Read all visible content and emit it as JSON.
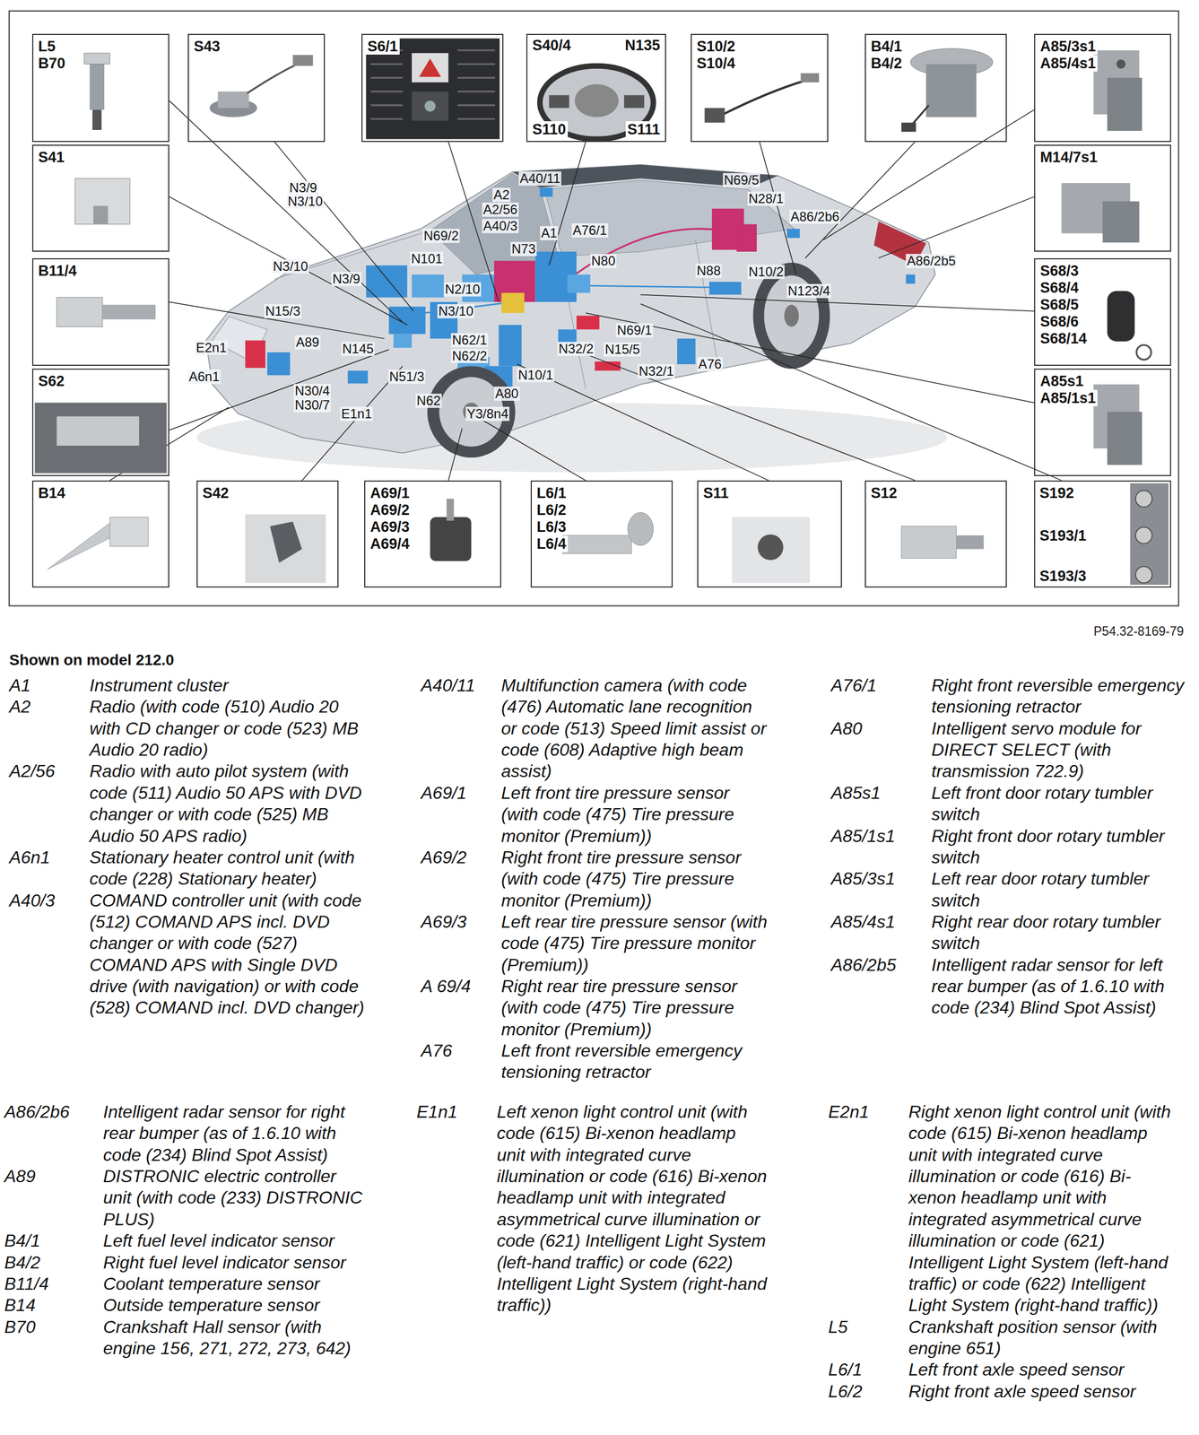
{
  "diagram": {
    "title": "Shown on model 212.0",
    "nodes": [
      {
        "text": [
          "L5",
          "B70"
        ]
      },
      {
        "text": [
          "S43"
        ]
      },
      {
        "text": [
          "S6/1"
        ]
      },
      {
        "text": [
          "S40/4",
          "N135",
          "S110",
          "S111"
        ]
      },
      {
        "text": [
          "S10/2",
          "S10/4"
        ]
      },
      {
        "text": [
          "B4/1",
          "B4/2"
        ]
      },
      {
        "text": [
          "A85/3s1",
          "A85/4s1"
        ]
      },
      {
        "text": [
          "S41"
        ]
      },
      {
        "text": [
          "M14/7s1"
        ]
      },
      {
        "text": [
          "B11/4"
        ]
      },
      {
        "text": [
          "S68/3",
          "S68/4",
          "S68/5",
          "S68/6",
          "S68/14"
        ]
      },
      {
        "text": [
          "S62"
        ]
      },
      {
        "text": [
          "A85s1",
          "A85/1s1"
        ]
      },
      {
        "text": [
          "B14"
        ]
      },
      {
        "text": [
          "S42"
        ]
      },
      {
        "text": [
          "A69/1",
          "A69/2",
          "A69/3",
          "A69/4"
        ]
      },
      {
        "text": [
          "L6/1",
          "L6/2",
          "L6/3",
          "L6/4"
        ]
      },
      {
        "text": [
          "S11"
        ]
      },
      {
        "text": [
          "S12"
        ]
      },
      {
        "text": [
          "S192",
          "S193/1",
          "S193/3"
        ]
      }
    ],
    "labels": [
      "N3/9",
      "N3/10",
      "A40/11",
      "A2",
      "A2/56",
      "A40/3",
      "N69/2",
      "N73",
      "A1",
      "A76/1",
      "N101",
      "N69/5",
      "N28/1",
      "A86/2b6",
      "N80",
      "N3/10",
      "N3/9",
      "N2/10",
      "N15/3",
      "N3/10",
      "N88",
      "N10/2",
      "A86/2b5",
      "N123/4",
      "N69/1",
      "E2n1",
      "A89",
      "N145",
      "N62/1",
      "N62/2",
      "N32/2",
      "N15/5",
      "A6n1",
      "N51/3",
      "N10/1",
      "N32/1",
      "A76",
      "N30/4",
      "N30/7",
      "E1n1",
      "A80",
      "N62",
      "Y3/8n4",
      "P54.32-8169-79",
      "A1",
      "Instrument cluster",
      "A2",
      "Radio (with code (510) Audio 20 with CD changer or code (523) MB Audio 20 radio)",
      "A2/56",
      "Radio with auto pilot system (with code (511) Audio 50 APS with DVD changer or with code (525) MB Audio 50 APS radio)",
      "A6n1",
      "Stationary heater control unit (with code (228) Stationary heater)",
      "A40/3",
      "COMAND controller unit (with code (512) COMAND APS incl. DVD changer or with code (527) COMAND APS with Single DVD drive (with navigation) or with code (528) COMAND incl. DVD changer)",
      "A40/11",
      "Multifunction camera (with code (476) Automatic lane recognition or code (513) Speed limit assist or code (608) Adaptive high beam assist)",
      "A69/1",
      "Left front tire pressure sensor (with code (475) Tire pressure monitor (Premium))",
      "A69/2",
      "Right front tire pressure sensor (with code (475) Tire pressure monitor (Premium))",
      "A69/3",
      "Left rear tire pressure sensor (with code (475) Tire pressure monitor (Premium))",
      "A 69/4",
      "Right rear tire pressure sensor (with code (475) Tire pressure monitor (Premium))",
      "A76",
      "Left front reversible emergency tensioning retractor",
      "A76/1",
      "Right front reversible emergency tensioning retractor",
      "A80",
      "Intelligent servo module for DIRECT SELECT (with transmission 722.9)",
      "A85s1",
      "Left front door rotary tumbler switch",
      "A85/1s1",
      "Right front door rotary tumbler switch",
      "A85/3s1",
      "Left rear door rotary tumbler switch",
      "A85/4s1",
      "Right rear door rotary tumbler switch",
      "A86/2b5",
      "Intelligent radar sensor for left rear bumper (as of 1.6.10 with code (234) Blind Spot Assist)",
      "A86/2b6",
      "Intelligent radar sensor for right rear bumper (as of 1.6.10 with code (234) Blind Spot Assist)",
      "A89",
      "DISTRONIC electric controller unit (with code (233) DISTRONIC PLUS)",
      "B4/1",
      "Left fuel level indicator sensor",
      "B4/2",
      "Right fuel level indicator sensor",
      "B11/4",
      "Coolant temperature sensor",
      "B14",
      "Outside temperature sensor",
      "B70",
      "Crankshaft Hall sensor (with engine 156, 271, 272, 273, 642)",
      "E1n1",
      "Left xenon light control unit (with code (615) Bi-xenon headlamp unit with integrated curve illumination or code (616) Bi-xenon headlamp unit with integrated asymmetrical curve illumination or code (621) Intelligent Light System (left-hand traffic) or code (622) Intelligent Light System (right-hand traffic))",
      "E2n1",
      "Right xenon light control unit (with code (615) Bi-xenon headlamp unit with integrated curve illumination or code (616) Bi-xenon headlamp unit with integrated asymmetrical curve illumination or code (621) Intelligent Light System (left-hand traffic) or code (622) Intelligent Light System (right-hand traffic))",
      "L5",
      "Crankshaft position sensor (with engine 651)",
      "L6/1",
      "Left front axle speed sensor",
      "L6/2",
      "Right front axle speed sensor"
    ]
  }
}
